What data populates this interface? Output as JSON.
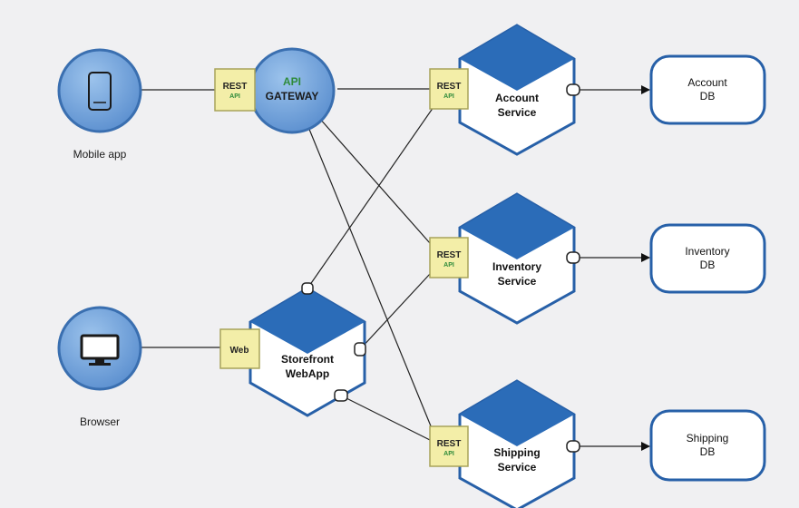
{
  "clients": {
    "mobile": {
      "label": "Mobile app",
      "icon": "mobile-phone-icon"
    },
    "browser": {
      "label": "Browser",
      "icon": "monitor-icon"
    }
  },
  "gateway": {
    "line1": "API",
    "line2": "GATEWAY"
  },
  "rest_badge": {
    "line1": "REST",
    "line2": "API"
  },
  "web_badge": {
    "label": "Web"
  },
  "storefront": {
    "line1": "Storefront",
    "line2": "WebApp"
  },
  "services": [
    {
      "line1": "Account",
      "line2": "Service"
    },
    {
      "line1": "Inventory",
      "line2": "Service"
    },
    {
      "line1": "Shipping",
      "line2": "Service"
    }
  ],
  "databases": [
    {
      "line1": "Account",
      "line2": "DB"
    },
    {
      "line1": "Inventory",
      "line2": "DB"
    },
    {
      "line1": "Shipping",
      "line2": "DB"
    }
  ],
  "colors": {
    "hex_fill": "#2b6cb8",
    "hex_stroke": "#2760a8",
    "circle_fill": "#6fa3dc",
    "circle_stroke": "#3a6fb0",
    "badge_fill": "#f3eea8",
    "badge_stroke": "#a8a35a",
    "background": "#f0f0f2"
  }
}
